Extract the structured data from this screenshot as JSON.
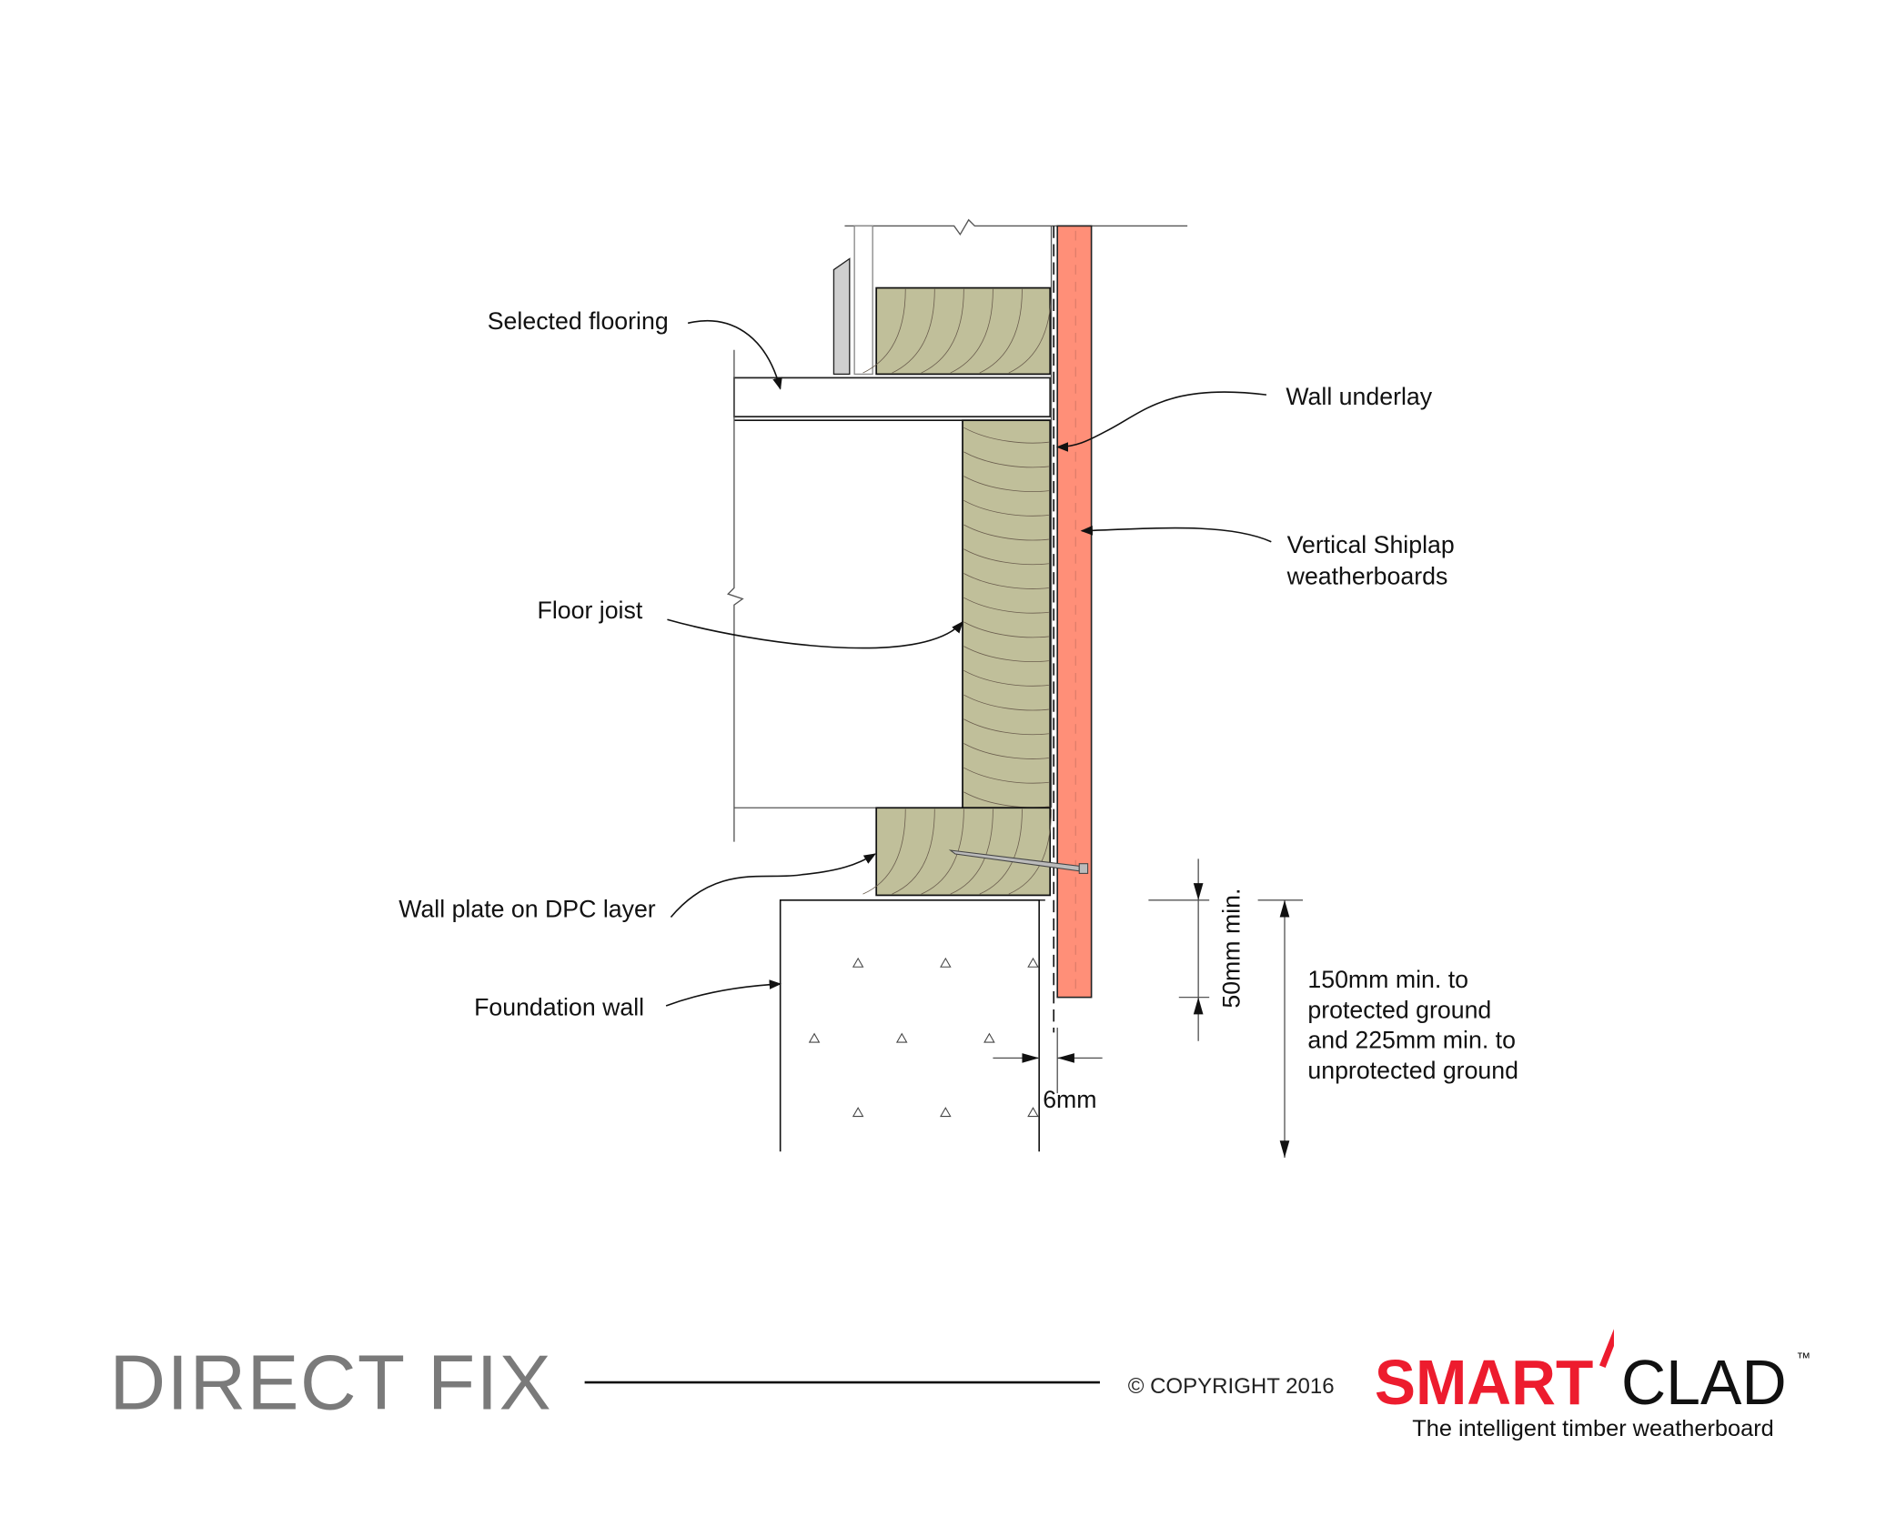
{
  "labels": {
    "selected_flooring": "Selected flooring",
    "wall_underlay": "Wall underlay",
    "vertical_shiplap_line1": "Vertical Shiplap",
    "vertical_shiplap_line2": "weatherboards",
    "floor_joist": "Floor joist",
    "wall_plate": "Wall plate on DPC layer",
    "foundation_wall": "Foundation wall",
    "dim_50mm": "50mm min.",
    "dim_6mm": "6mm",
    "dim_150_line1": "150mm min. to",
    "dim_150_line2": "protected ground",
    "dim_150_line3": "and 225mm min. to",
    "dim_150_line4": "unprotected ground"
  },
  "footer": {
    "title": "DIRECT FIX",
    "copyright": "© COPYRIGHT 2016",
    "logo_smart": "SMART",
    "logo_clad": "CLAD",
    "logo_tm": "™",
    "tagline": "The intelligent timber weatherboard"
  },
  "colors": {
    "timber": "#c0bf9a",
    "cladding": "#ff8f78",
    "brand_red": "#ed1c2e",
    "title_grey": "#7a7a7a"
  }
}
